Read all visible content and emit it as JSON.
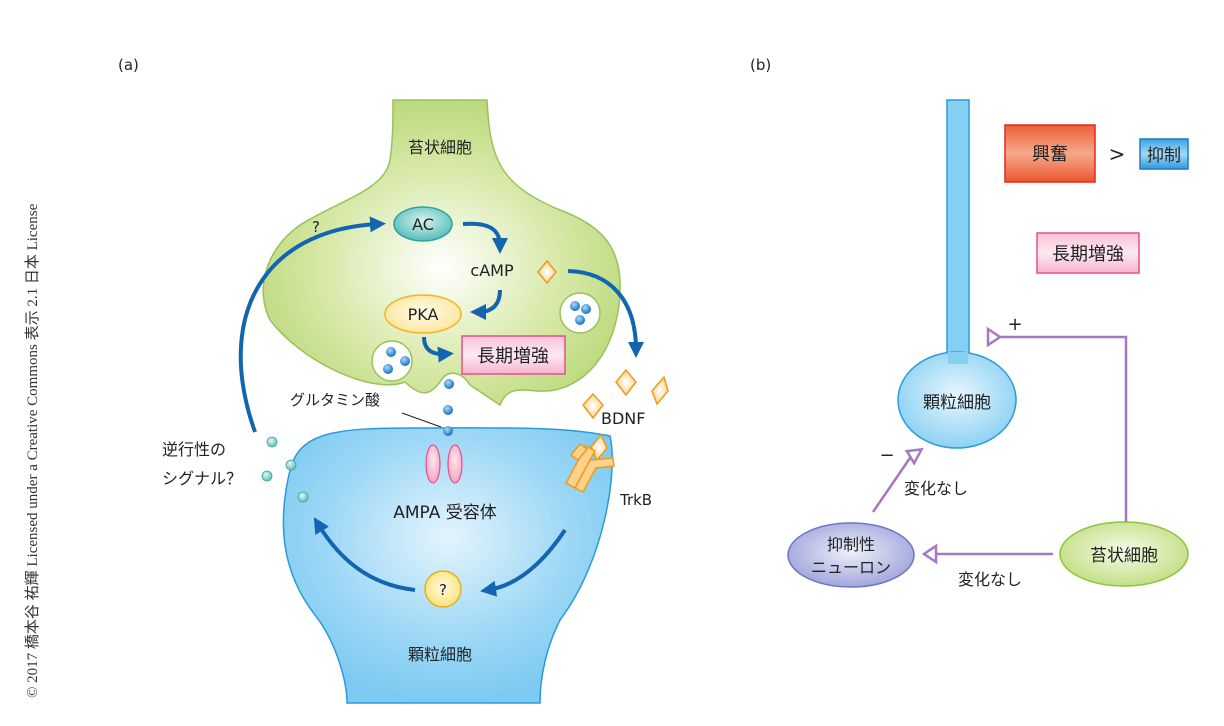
{
  "license": "© 2017 橋本谷 祐輝 Licensed under a Creative Commons 表示 2.1 日本 License",
  "colors": {
    "mossy": "#b9d97a",
    "mossy_edge": "#9bc25a",
    "granule": "#7dcbf2",
    "granule_edge": "#2a9bd8",
    "arrow": "#1465b0",
    "bdnf": "#f7b64a",
    "ltp_fill": "#f8c6dc",
    "ltp_edge": "#e4508f",
    "excite": "#ee5a36",
    "inhibit": "#3fa6e3",
    "synapse": "#a678bf",
    "interneuron": "#a9aee0"
  },
  "panel_a": {
    "label": "(a)",
    "presynaptic_cell": "苔状細胞",
    "postsynaptic_cell": "顆粒細胞",
    "ac": "AC",
    "camp": "cAMP",
    "pka": "PKA",
    "ltp": "長期増強",
    "question_top": "?",
    "question_post": "?",
    "glutamate": "グルタミン酸",
    "bdnf": "BDNF",
    "trkb": "TrkB",
    "ampa": "AMPA 受容体",
    "retrograde_line1": "逆行性の",
    "retrograde_line2": "シグナル？"
  },
  "panel_b": {
    "label": "(b)",
    "excitation": "興奮",
    "greater_than": ">",
    "inhibition": "抑制",
    "ltp": "長期増強",
    "granule_cell": "顆粒細胞",
    "mossy_cell": "苔状細胞",
    "interneuron_line1": "抑制性",
    "interneuron_line2": "ニューロン",
    "plus": "+",
    "minus": "−",
    "no_change_1": "変化なし",
    "no_change_2": "変化なし"
  }
}
